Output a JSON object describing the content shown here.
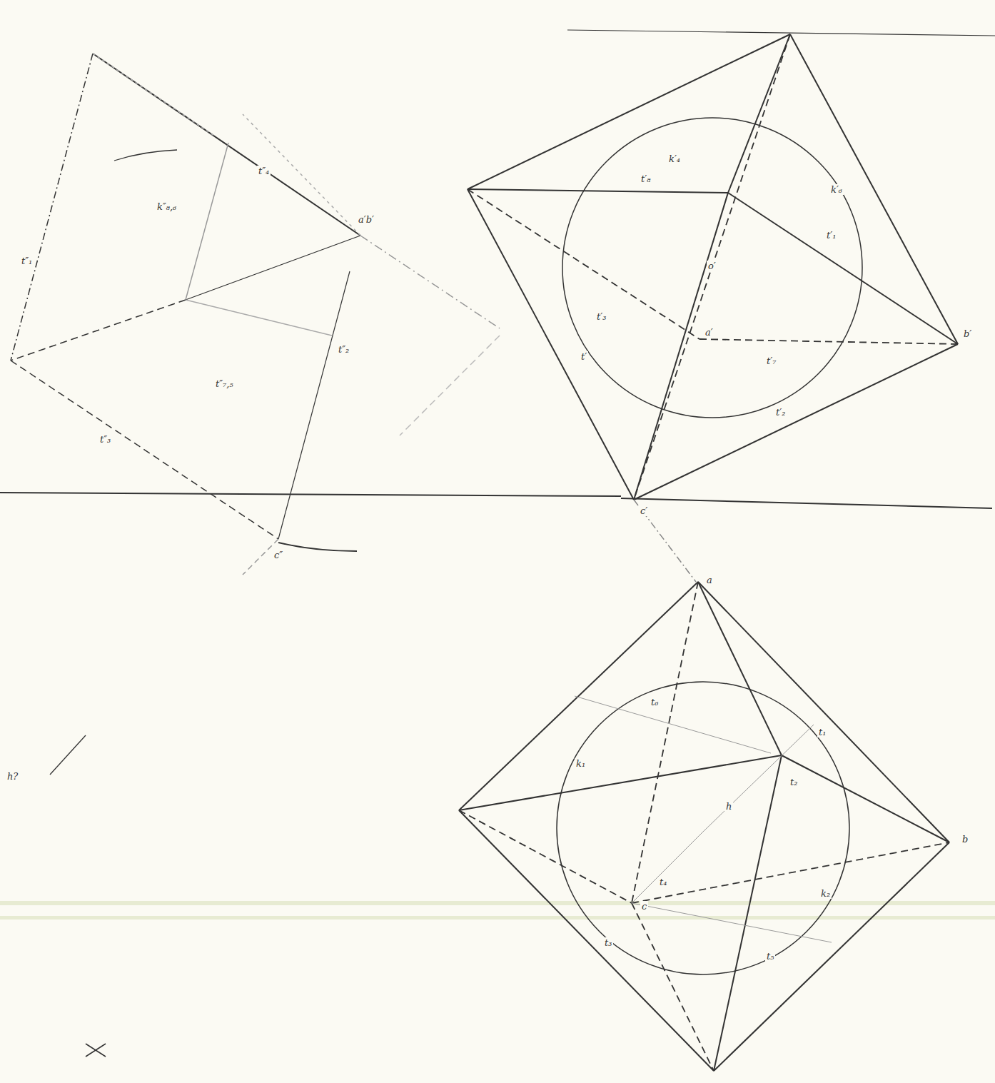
{
  "diagram": {
    "labels": [
      "a′b′",
      "c″",
      "t″₁",
      "k″₈,₆",
      "t″₂",
      "t″₇,₅",
      "t″₃",
      "t″₄",
      "k′₄",
      "t′₈",
      "k′₆",
      "t′₁",
      "o′",
      "t′₃",
      "a′",
      "b′",
      "t′",
      "t′₇",
      "t′₂",
      "c′",
      "a",
      "t₆",
      "k₁",
      "t₁",
      "t₂",
      "h",
      "t₄",
      "c",
      "k₂",
      "t₃",
      "t₅",
      "b",
      "h?"
    ]
  }
}
